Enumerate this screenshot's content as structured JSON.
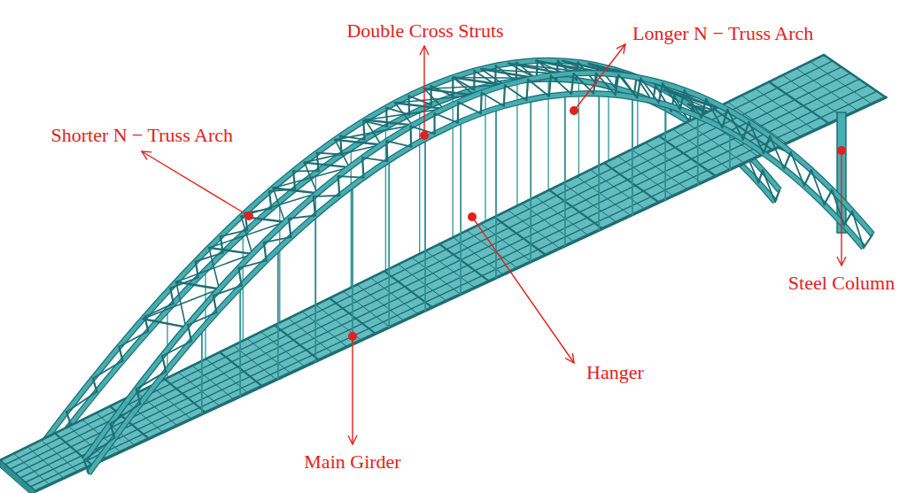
{
  "diagram": {
    "labels": [
      "Double Cross Struts",
      "Longer N − Truss Arch",
      "Shorter N − Truss Arch",
      "Steel Column",
      "Hanger",
      "Main Girder"
    ]
  }
}
